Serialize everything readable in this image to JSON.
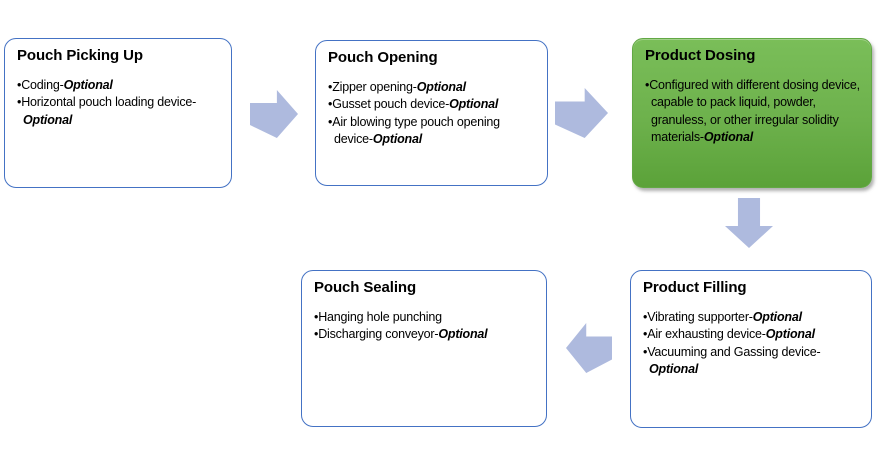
{
  "colors": {
    "canvas_background": "#ffffff",
    "outline_box_border": "#4472c4",
    "outline_box_fill": "#ffffff",
    "highlight_box_fill_top": "#7abe59",
    "highlight_box_fill_bottom": "#5ba239",
    "arrow_fill": "#aebade",
    "text": "#000000"
  },
  "nodes": [
    {
      "id": "pouch-picking-up",
      "title": "Pouch Picking Up",
      "variant": "outline",
      "bullets": [
        {
          "segments": [
            {
              "text": "Coding-"
            },
            {
              "text": "Optional",
              "style": "bold-italic"
            }
          ]
        },
        {
          "segments": [
            {
              "text": "Horizontal pouch loading device-"
            },
            {
              "text": "Optional",
              "style": "bold-italic"
            }
          ]
        }
      ]
    },
    {
      "id": "pouch-opening",
      "title": "Pouch Opening",
      "variant": "outline",
      "bullets": [
        {
          "segments": [
            {
              "text": "Zipper opening-"
            },
            {
              "text": "Optional",
              "style": "bold-italic"
            }
          ]
        },
        {
          "segments": [
            {
              "text": "Gusset pouch device-"
            },
            {
              "text": "Optional",
              "style": "bold-italic"
            }
          ]
        },
        {
          "segments": [
            {
              "text": "Air blowing type pouch opening device-"
            },
            {
              "text": "Optional",
              "style": "bold-italic"
            }
          ]
        }
      ]
    },
    {
      "id": "product-dosing",
      "title": "Product Dosing",
      "variant": "highlight-green",
      "bullets": [
        {
          "segments": [
            {
              "text": "Configured with different dosing device, capable to pack liquid, powder, granuless, or other irregular solidity materials-"
            },
            {
              "text": "Optional",
              "style": "bold-italic"
            }
          ]
        }
      ]
    },
    {
      "id": "pouch-sealing",
      "title": "Pouch Sealing",
      "variant": "outline",
      "bullets": [
        {
          "segments": [
            {
              "text": "Hanging hole punching"
            }
          ]
        },
        {
          "segments": [
            {
              "text": "Discharging conveyor-"
            },
            {
              "text": "Optional",
              "style": "bold-italic"
            }
          ]
        }
      ]
    },
    {
      "id": "product-filling",
      "title": "Product Filling",
      "variant": "outline",
      "bullets": [
        {
          "segments": [
            {
              "text": "Vibrating supporter-"
            },
            {
              "text": "Optional",
              "style": "bold-italic"
            }
          ]
        },
        {
          "segments": [
            {
              "text": "Air exhausting device-"
            },
            {
              "text": "Optional",
              "style": "bold-italic"
            }
          ]
        },
        {
          "segments": [
            {
              "text": "Vacuuming and Gassing device-"
            },
            {
              "text": "Optional",
              "style": "bold-italic"
            }
          ]
        }
      ]
    }
  ],
  "connections": [
    {
      "from": "pouch-picking-up",
      "to": "pouch-opening",
      "direction": "right"
    },
    {
      "from": "pouch-opening",
      "to": "product-dosing",
      "direction": "right"
    },
    {
      "from": "product-dosing",
      "to": "product-filling",
      "direction": "down"
    },
    {
      "from": "product-filling",
      "to": "pouch-sealing",
      "direction": "left"
    }
  ]
}
